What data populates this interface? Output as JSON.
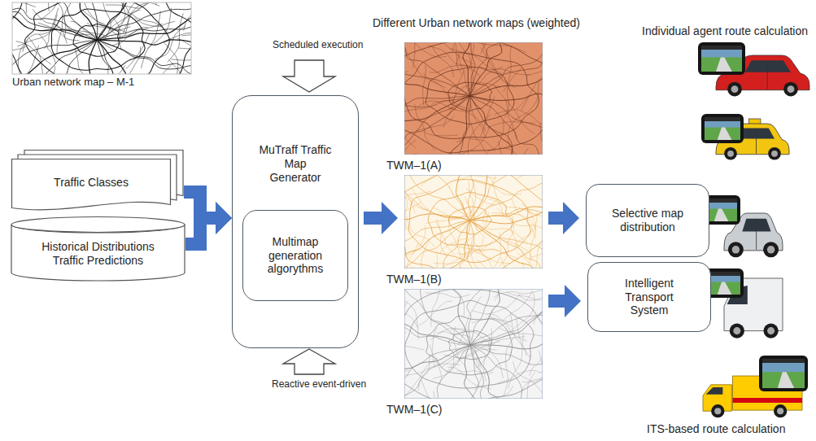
{
  "diagram": {
    "nodes": [
      {
        "text": [
          "Traffic Classes"
        ]
      },
      {
        "text": [
          "Historical Distributions Traffic Predictions"
        ]
      },
      {
        "text": [
          "MuTraff Traffic Map Generator"
        ]
      },
      {
        "text": [
          "Multimap generation algorythms"
        ],
        "in": 2
      },
      {
        "text": [
          "TWM–1(A)"
        ]
      },
      {
        "text": [
          "TWM–1(B)"
        ]
      },
      {
        "text": [
          "TWM–1(C)"
        ]
      },
      {
        "text": [
          "Selective map distribution"
        ]
      },
      {
        "text": [
          "Intelligent Transport System"
        ]
      }
    ],
    "edges": [
      {
        "from": 0,
        "to": 2,
        "arrow": "to"
      },
      {
        "from": 1,
        "to": 2,
        "arrow": "to"
      },
      {
        "from": 2,
        "to": 5,
        "arrow": "to"
      },
      {
        "from": 5,
        "to": 7,
        "arrow": "to"
      },
      {
        "from": 6,
        "to": 8,
        "arrow": "to"
      }
    ],
    "labels": [
      "Urban network map – M-1",
      "Scheduled execution",
      "Different Urban network maps (weighted)",
      "Individual agent route calculation",
      "Reactive event-driven",
      "ITS-based route calculation"
    ]
  }
}
